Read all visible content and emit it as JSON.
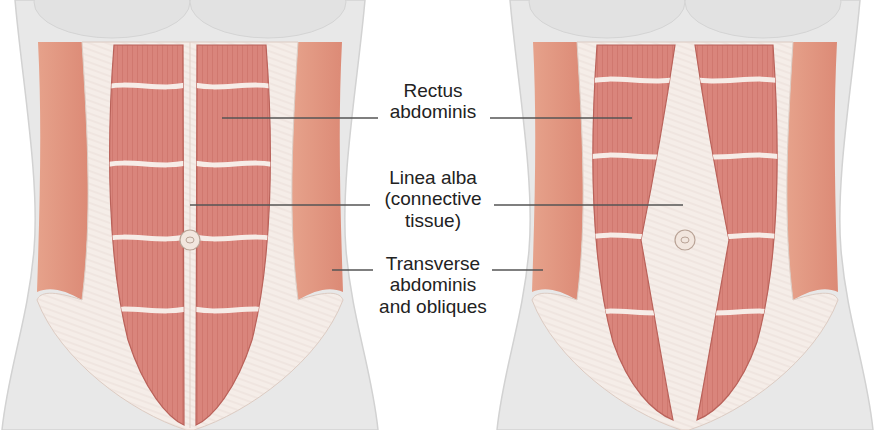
{
  "diagram": {
    "labels": [
      "Rectus abdominis",
      "Linea alba (connective tissue)",
      "Transverse abdominis and obliques"
    ]
  }
}
